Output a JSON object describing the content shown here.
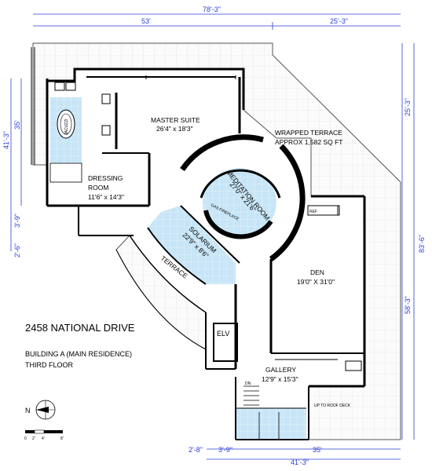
{
  "dimensions": {
    "top_total": "78'-3\"",
    "top_left": "53'",
    "top_right": "25'-3\"",
    "right_upper": "25'-3\"",
    "right_total": "83'-6\"",
    "right_lower": "58'-3\"",
    "left_top": "41'-3\"",
    "left_top_sub": "35'",
    "left_mid": "3'-9\"",
    "left_low": "2'-6\"",
    "bottom_a": "2'-8\"",
    "bottom_b": "3'-9\"",
    "bottom_c": "35'",
    "bottom_total": "41'-3\""
  },
  "rooms": {
    "master_suite": {
      "name": "MASTER SUITE",
      "size": "26'4\" x 18'3\""
    },
    "terrace": {
      "name": "WRAPPED TERRACE",
      "size": "APPROX 1,582 SQ FT"
    },
    "dressing": {
      "name1": "DRESSING",
      "name2": "ROOM",
      "size": "11'6\" x 14'3\""
    },
    "meditation": {
      "name": "MEDITATION ROOM",
      "size": "27'0\" x 21'6\""
    },
    "fireplace": "GAS FIREPLACE",
    "ref": "REF",
    "den": {
      "name": "DEN",
      "size": "19'0\" X 31'0\""
    },
    "solarium": {
      "name": "SOLARIUM",
      "size": "22'9\" x 8'6\""
    },
    "terrace_small": "TERRACE",
    "elv": "ELV",
    "gallery": {
      "name": "GALLERY",
      "size": "12'9\" x 15'3\""
    },
    "dn": "DN",
    "roof_deck": "UP TO ROOF DECK",
    "jacuzzi": "JACUZZI"
  },
  "title_block": {
    "address": "2458 NATIONAL DRIVE",
    "building": "BUILDING A (MAIN RESIDENCE)",
    "floor": "THIRD FLOOR"
  },
  "north": {
    "label": "N"
  },
  "scale": {
    "ticks": [
      "0",
      "2'",
      "4'",
      "8'"
    ]
  },
  "colors": {
    "dimension": "#2b3fd6",
    "glass": "#bfe0f4",
    "tile_line": "#d8d8d8",
    "wall": "#000000"
  }
}
